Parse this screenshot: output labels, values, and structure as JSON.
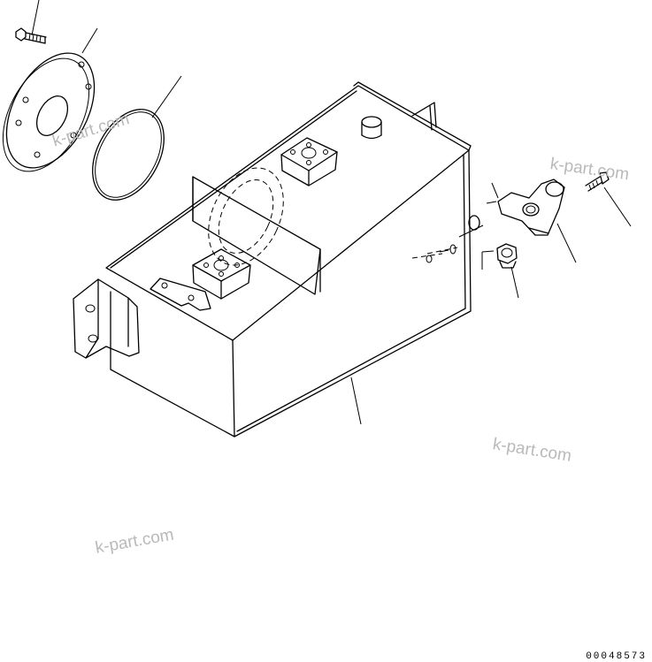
{
  "watermarks": [
    "k-part.com",
    "k-part.com",
    "k-part.com",
    "k-part.com"
  ],
  "drawing_number": "00048573"
}
